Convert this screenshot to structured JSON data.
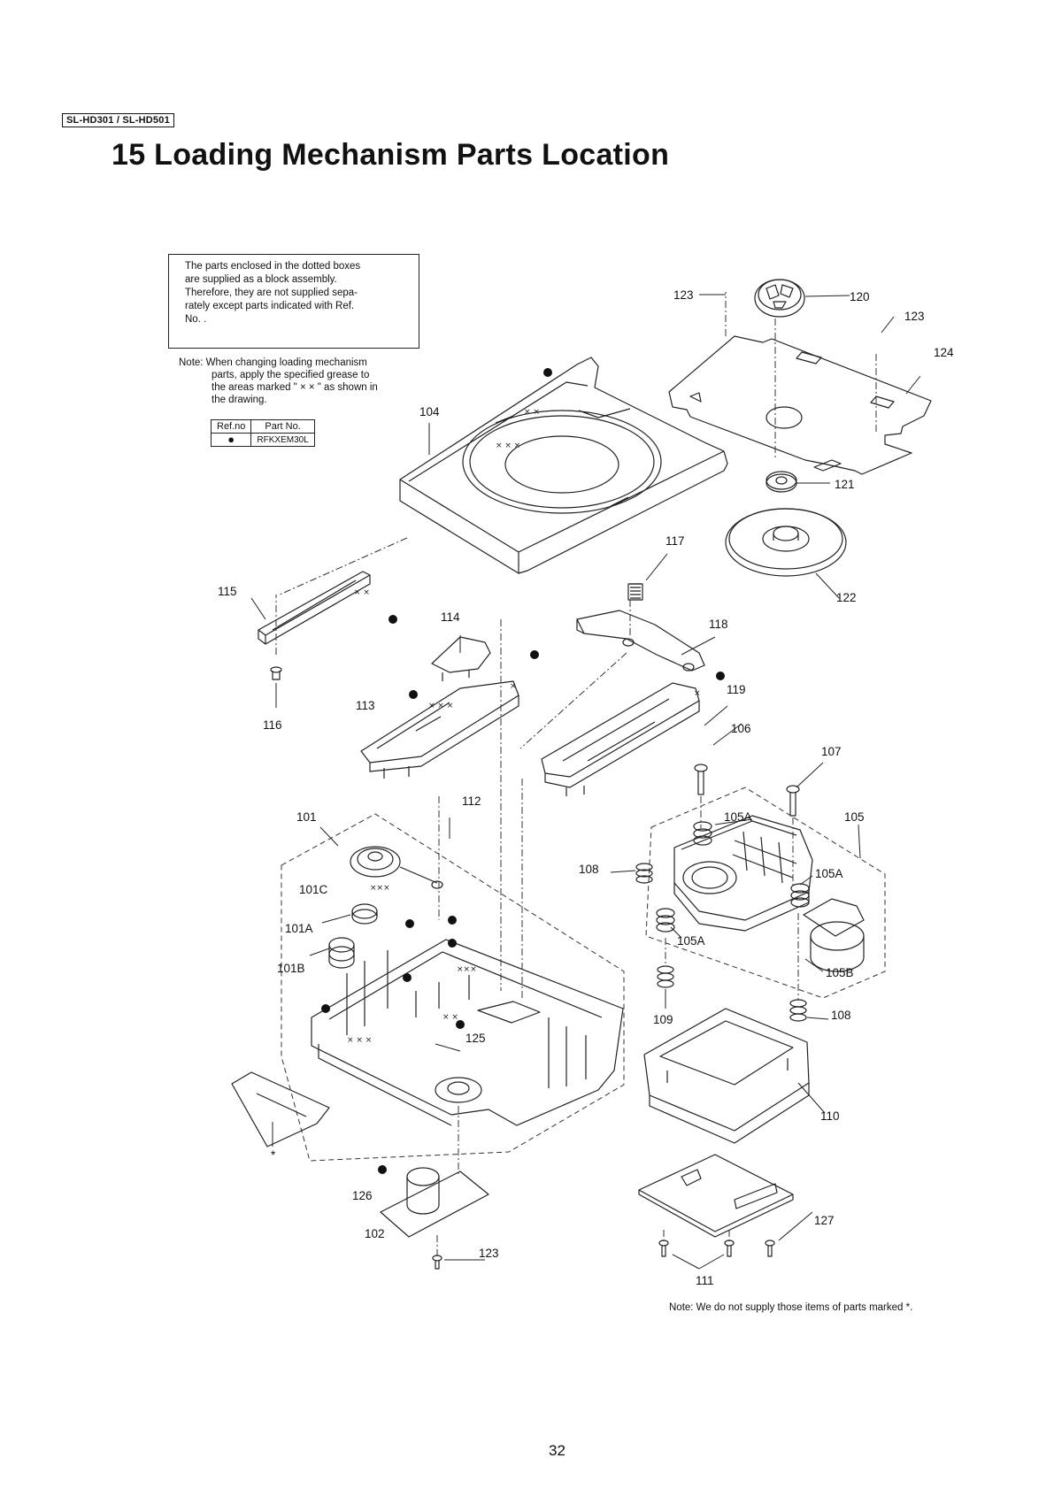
{
  "header": {
    "model_tag": "SL-HD301 / SL-HD501",
    "title": "15 Loading Mechanism Parts Location"
  },
  "notes": {
    "box_text": "The parts enclosed in the dotted boxes\nare supplied as a block assembly.\nTherefore, they are not supplied sepa-\nrately except parts indicated with Ref.\nNo. .",
    "grease_head": "Note: When changing loading mechanism",
    "grease_body": "parts, apply the specified grease to\nthe areas marked \" × × \" as shown in\nthe drawing.",
    "ref_table": {
      "headers": [
        "Ref.no",
        "Part No."
      ],
      "rows": [
        [
          "●",
          "RFKXEM30L"
        ]
      ]
    }
  },
  "callouts": {
    "c123a": "123",
    "c120": "120",
    "c123b": "123",
    "c124": "124",
    "c104": "104",
    "c121": "121",
    "c117": "117",
    "c122": "122",
    "c115": "115",
    "c114": "114",
    "c118": "118",
    "c113": "113",
    "c119": "119",
    "c116": "116",
    "c106": "106",
    "c107": "107",
    "c112": "112",
    "c101": "101",
    "c105A1": "105A",
    "c105": "105",
    "c108a": "108",
    "c105A2": "105A",
    "c101C": "101C",
    "c101A": "101A",
    "c105A3": "105A",
    "c101B": "101B",
    "c105B": "105B",
    "c109": "109",
    "c108b": "108",
    "c125": "125",
    "c110": "110",
    "c126": "126",
    "c127": "127",
    "c102": "102",
    "c123c": "123",
    "c111": "111",
    "asterisk": "*"
  },
  "footer": {
    "note": "Note: We do not supply those items of parts marked *.",
    "page_number": "32"
  }
}
